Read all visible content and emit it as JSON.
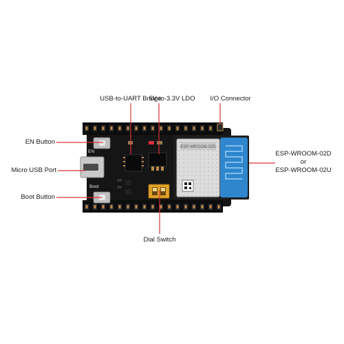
{
  "board": {
    "silkscreen_en": "EN",
    "silkscreen_boot": "Boot",
    "module_marking": "ESP-WROOM-02D",
    "colors": {
      "pcb": "#151515",
      "header": "#0c0c0c",
      "pins": "#b88a4a",
      "antenna": "#2f86cc",
      "shield": "#d9d9d9",
      "callout_line": "#d9323a",
      "dial_switch": "#e0a229",
      "led": "#d9323a"
    }
  },
  "labels": {
    "usb_uart": "USB-to-UART Bridge",
    "ldo": "5V-to-3.3V LDO",
    "io_connector": "I/O Connector",
    "en_button": "EN Button",
    "micro_usb": "Micro USB Port",
    "boot_button": "Boot Button",
    "dial_switch": "Dial Switch",
    "module_line1": "ESP-WROOM-02D",
    "module_or": "or",
    "module_line2": "ESP-WROOM-02U"
  }
}
